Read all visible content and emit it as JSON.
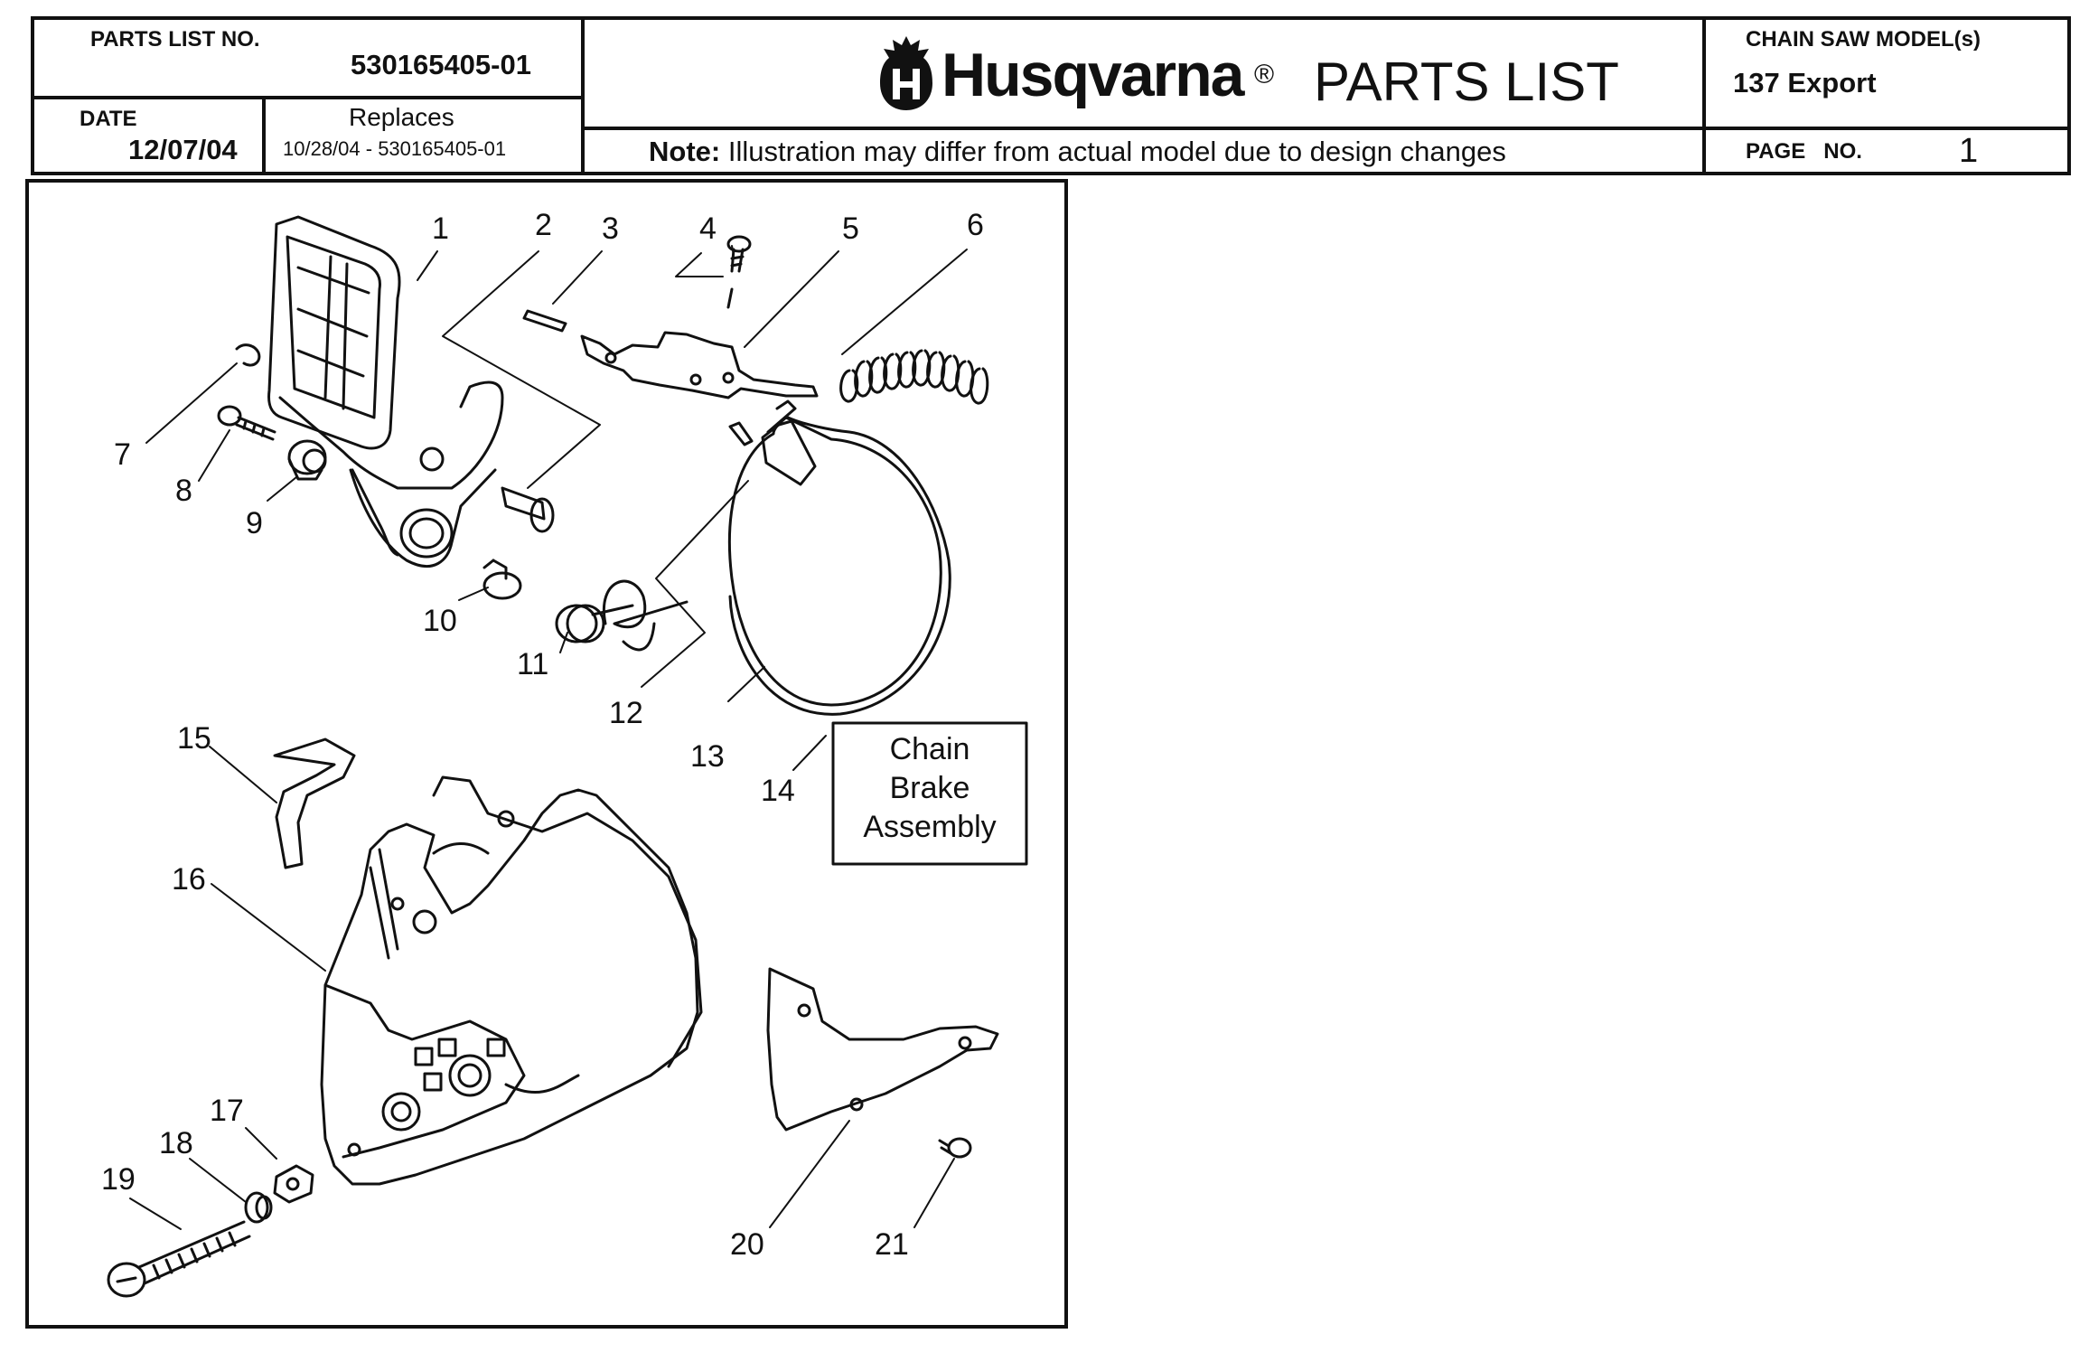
{
  "header": {
    "parts_list_no_label": "PARTS LIST NO.",
    "parts_list_no": "530165405-01",
    "date_label": "DATE",
    "date": "12/07/04",
    "replaces_label": "Replaces",
    "replaces": "10/28/04 - 530165405-01",
    "brand": "Husqvarna",
    "registered": "®",
    "title": "PARTS LIST",
    "note_label": "Note:",
    "note": "Illustration may differ from actual model due to design changes",
    "model_label": "CHAIN SAW MODEL(s)",
    "model": "137 Export",
    "page_label": "PAGE   NO.",
    "page_no": "1"
  },
  "diagram": {
    "callouts": [
      "1",
      "2",
      "3",
      "4",
      "5",
      "6",
      "7",
      "8",
      "9",
      "10",
      "11",
      "12",
      "13",
      "14",
      "15",
      "16",
      "17",
      "18",
      "19",
      "20",
      "21"
    ],
    "assembly_box": [
      "Chain",
      "Brake",
      "Assembly"
    ]
  }
}
